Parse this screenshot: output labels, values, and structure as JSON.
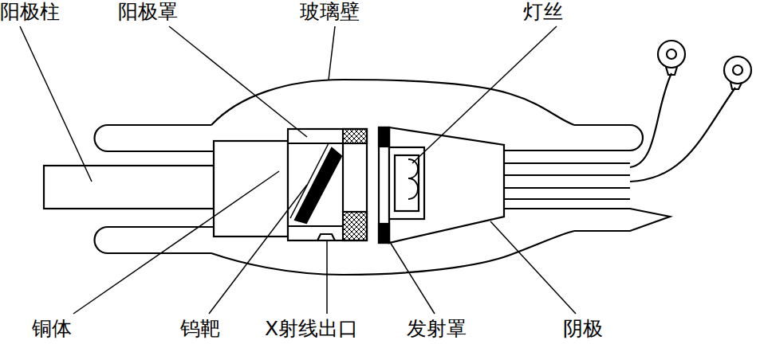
{
  "diagram": {
    "labels": [
      "阳极柱",
      "阳极罩",
      "玻璃壁",
      "灯丝",
      "铜体",
      "钨靶",
      "X射线出口",
      "发射罩",
      "阴极"
    ]
  }
}
